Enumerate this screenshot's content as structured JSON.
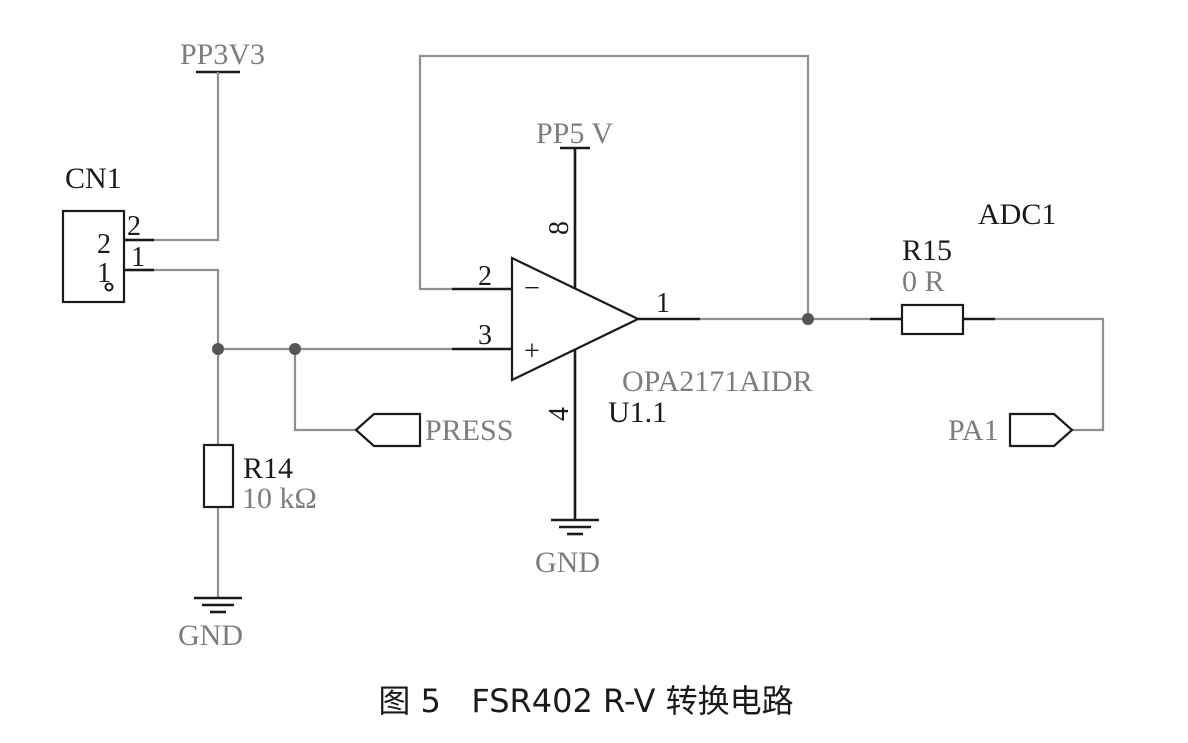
{
  "diagram": {
    "caption": "图 5   FSR402 R-V 转换电路",
    "power_pp3v3": "PP3V3",
    "power_pp5v": "PP5 V",
    "connector": {
      "name": "CN1",
      "pin2": "2",
      "pin1": "1",
      "inner_pin2": "2",
      "inner_pin1": "1"
    },
    "r14": {
      "name": "R14",
      "value": "10 kΩ"
    },
    "r15": {
      "name": "R15",
      "value": "0 R"
    },
    "opamp": {
      "part": "OPA2171AIDR",
      "ref": "U1.1",
      "pin_minus": "2",
      "pin_plus": "3",
      "pin_out": "1",
      "pin_vcc": "8",
      "pin_gnd": "4",
      "minus_sign": "−",
      "plus_sign": "+"
    },
    "net_adc": "ADC1",
    "port_press": "PRESS",
    "port_pa1": "PA1",
    "gnd_left": "GND",
    "gnd_center": "GND"
  }
}
